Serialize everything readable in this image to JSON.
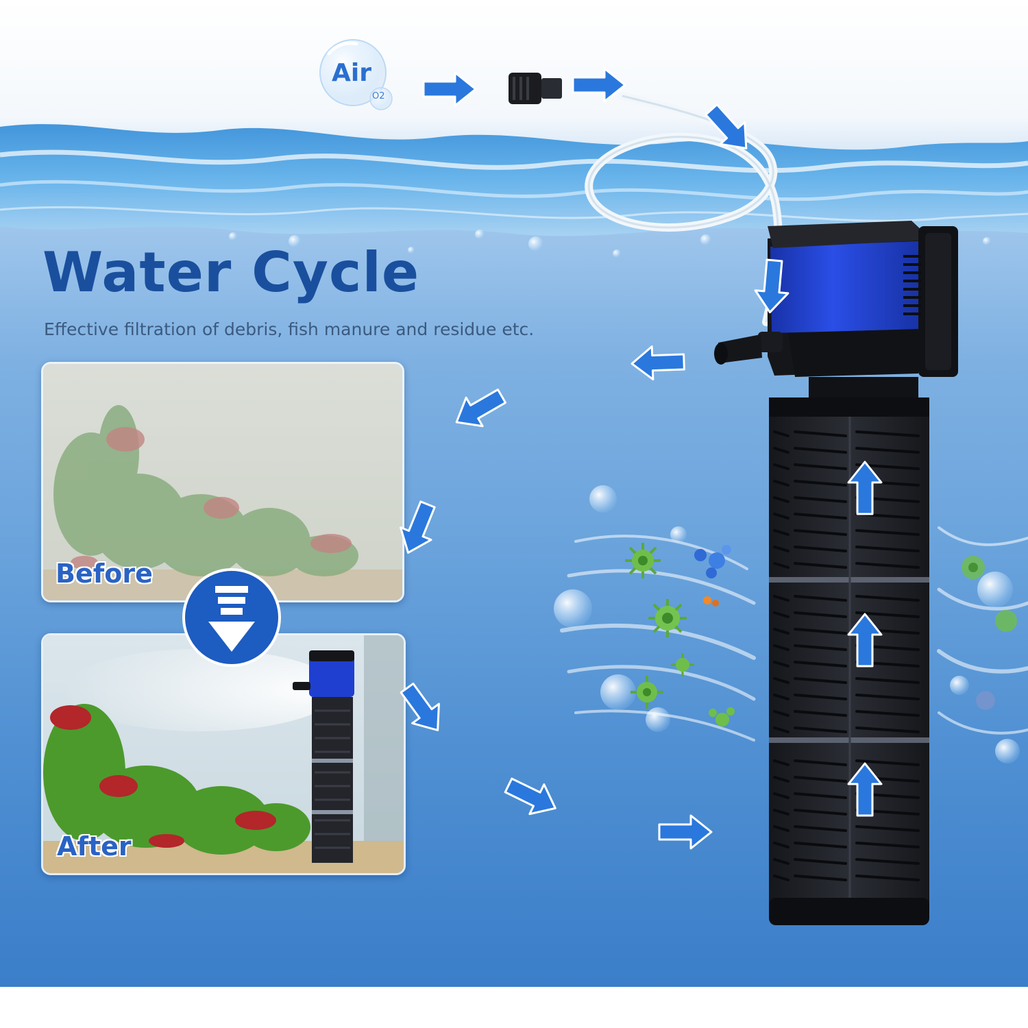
{
  "header": {
    "title": "Water Cycle",
    "subtitle": "Effective filtration of debris, fish manure and residue etc."
  },
  "air_bubble": {
    "label": "Air",
    "sub_label": "O2"
  },
  "panels": [
    {
      "label": "Before"
    },
    {
      "label": "After"
    }
  ],
  "colors": {
    "title": "#1a4f9e",
    "arrow": "#2a78dd",
    "pump_blue": "#1f3fd0",
    "filter_black": "#1d1f24"
  },
  "icons": [
    "arrow-icon",
    "down-arrow-badge-icon",
    "bacteria-icon",
    "air-bubble-icon",
    "air-valve-icon"
  ]
}
